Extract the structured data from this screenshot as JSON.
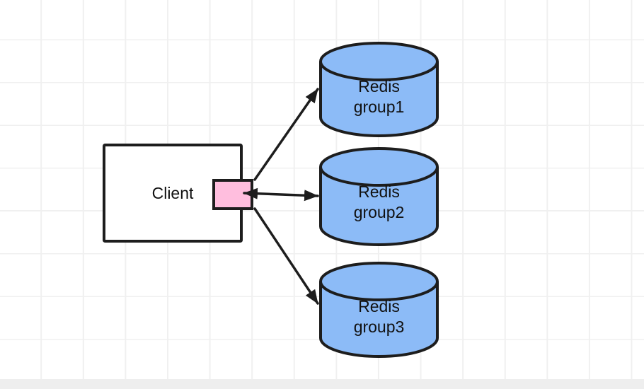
{
  "canvas": {
    "background_color": "#ffffff",
    "grid_color": "#f0f0f0",
    "bottom_bar_color": "#eeeeee"
  },
  "diagram": {
    "client": {
      "label": "Client",
      "fill": "#ffffff",
      "stroke": "#1d1d1d"
    },
    "port": {
      "fill": "#ffbede",
      "stroke": "#1d1d1d"
    },
    "group_fill": "#8cbbf7",
    "stroke": "#1d1d1d",
    "groups": [
      {
        "label": "Redis group1"
      },
      {
        "label": "Redis group2"
      },
      {
        "label": "Redis group3"
      }
    ],
    "edges": [
      {
        "from": "Client",
        "to": "Redis group1",
        "direction": "one-way"
      },
      {
        "from": "Client",
        "to": "Redis group2",
        "direction": "two-way"
      },
      {
        "from": "Client",
        "to": "Redis group3",
        "direction": "one-way"
      }
    ]
  }
}
